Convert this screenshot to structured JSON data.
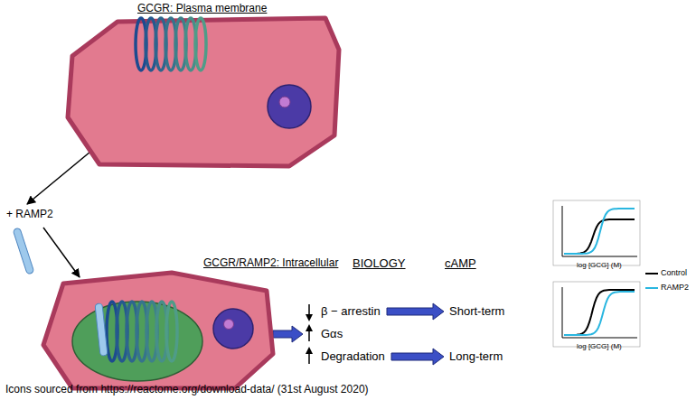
{
  "diagram": {
    "caption": "Icons sourced from https://reactome.org/download-data/ (31st August 2020)",
    "nodes": [
      {
        "text": [
          "GCGR: Plasma membrane"
        ]
      },
      {
        "text": [
          "GCGR/RAMP2: Intracellular"
        ]
      },
      {
        "text": [
          "β − arrestin"
        ]
      },
      {
        "text": [
          "Gαs"
        ]
      },
      {
        "text": [
          "Degradation"
        ]
      },
      {
        "text": [
          "Short-term"
        ]
      },
      {
        "text": [
          "Long-term"
        ]
      }
    ],
    "edges": [
      {
        "from": 0,
        "to": 1,
        "label": "+ RAMP2",
        "arrow": "to"
      },
      {
        "from": 1,
        "to": 3,
        "arrow": "to"
      },
      {
        "from": 2,
        "to": 5,
        "arrow": "to"
      },
      {
        "from": 4,
        "to": 6,
        "arrow": "to"
      }
    ],
    "labels": [
      "BIOLOGY",
      "cAMP",
      "log [GCG] (M)",
      "log [GCG] (M)"
    ],
    "legend": [
      {
        "text": "Control"
      },
      {
        "text": "RAMP2"
      }
    ]
  }
}
